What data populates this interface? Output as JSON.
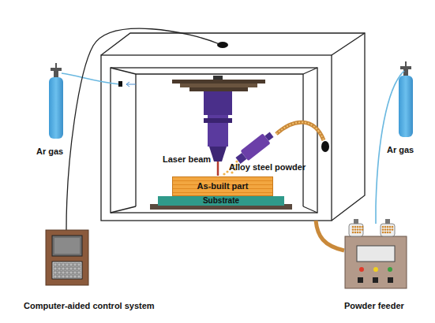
{
  "diagram": {
    "nodes": [
      {
        "text": [
          "As-built part"
        ]
      },
      {
        "text": [
          "Substrate"
        ]
      }
    ],
    "labels": [
      "Ar gas",
      "Laser beam",
      "Alloy steel powder",
      "Ar gas",
      "Computer-aided control system",
      "Powder feeder"
    ]
  }
}
